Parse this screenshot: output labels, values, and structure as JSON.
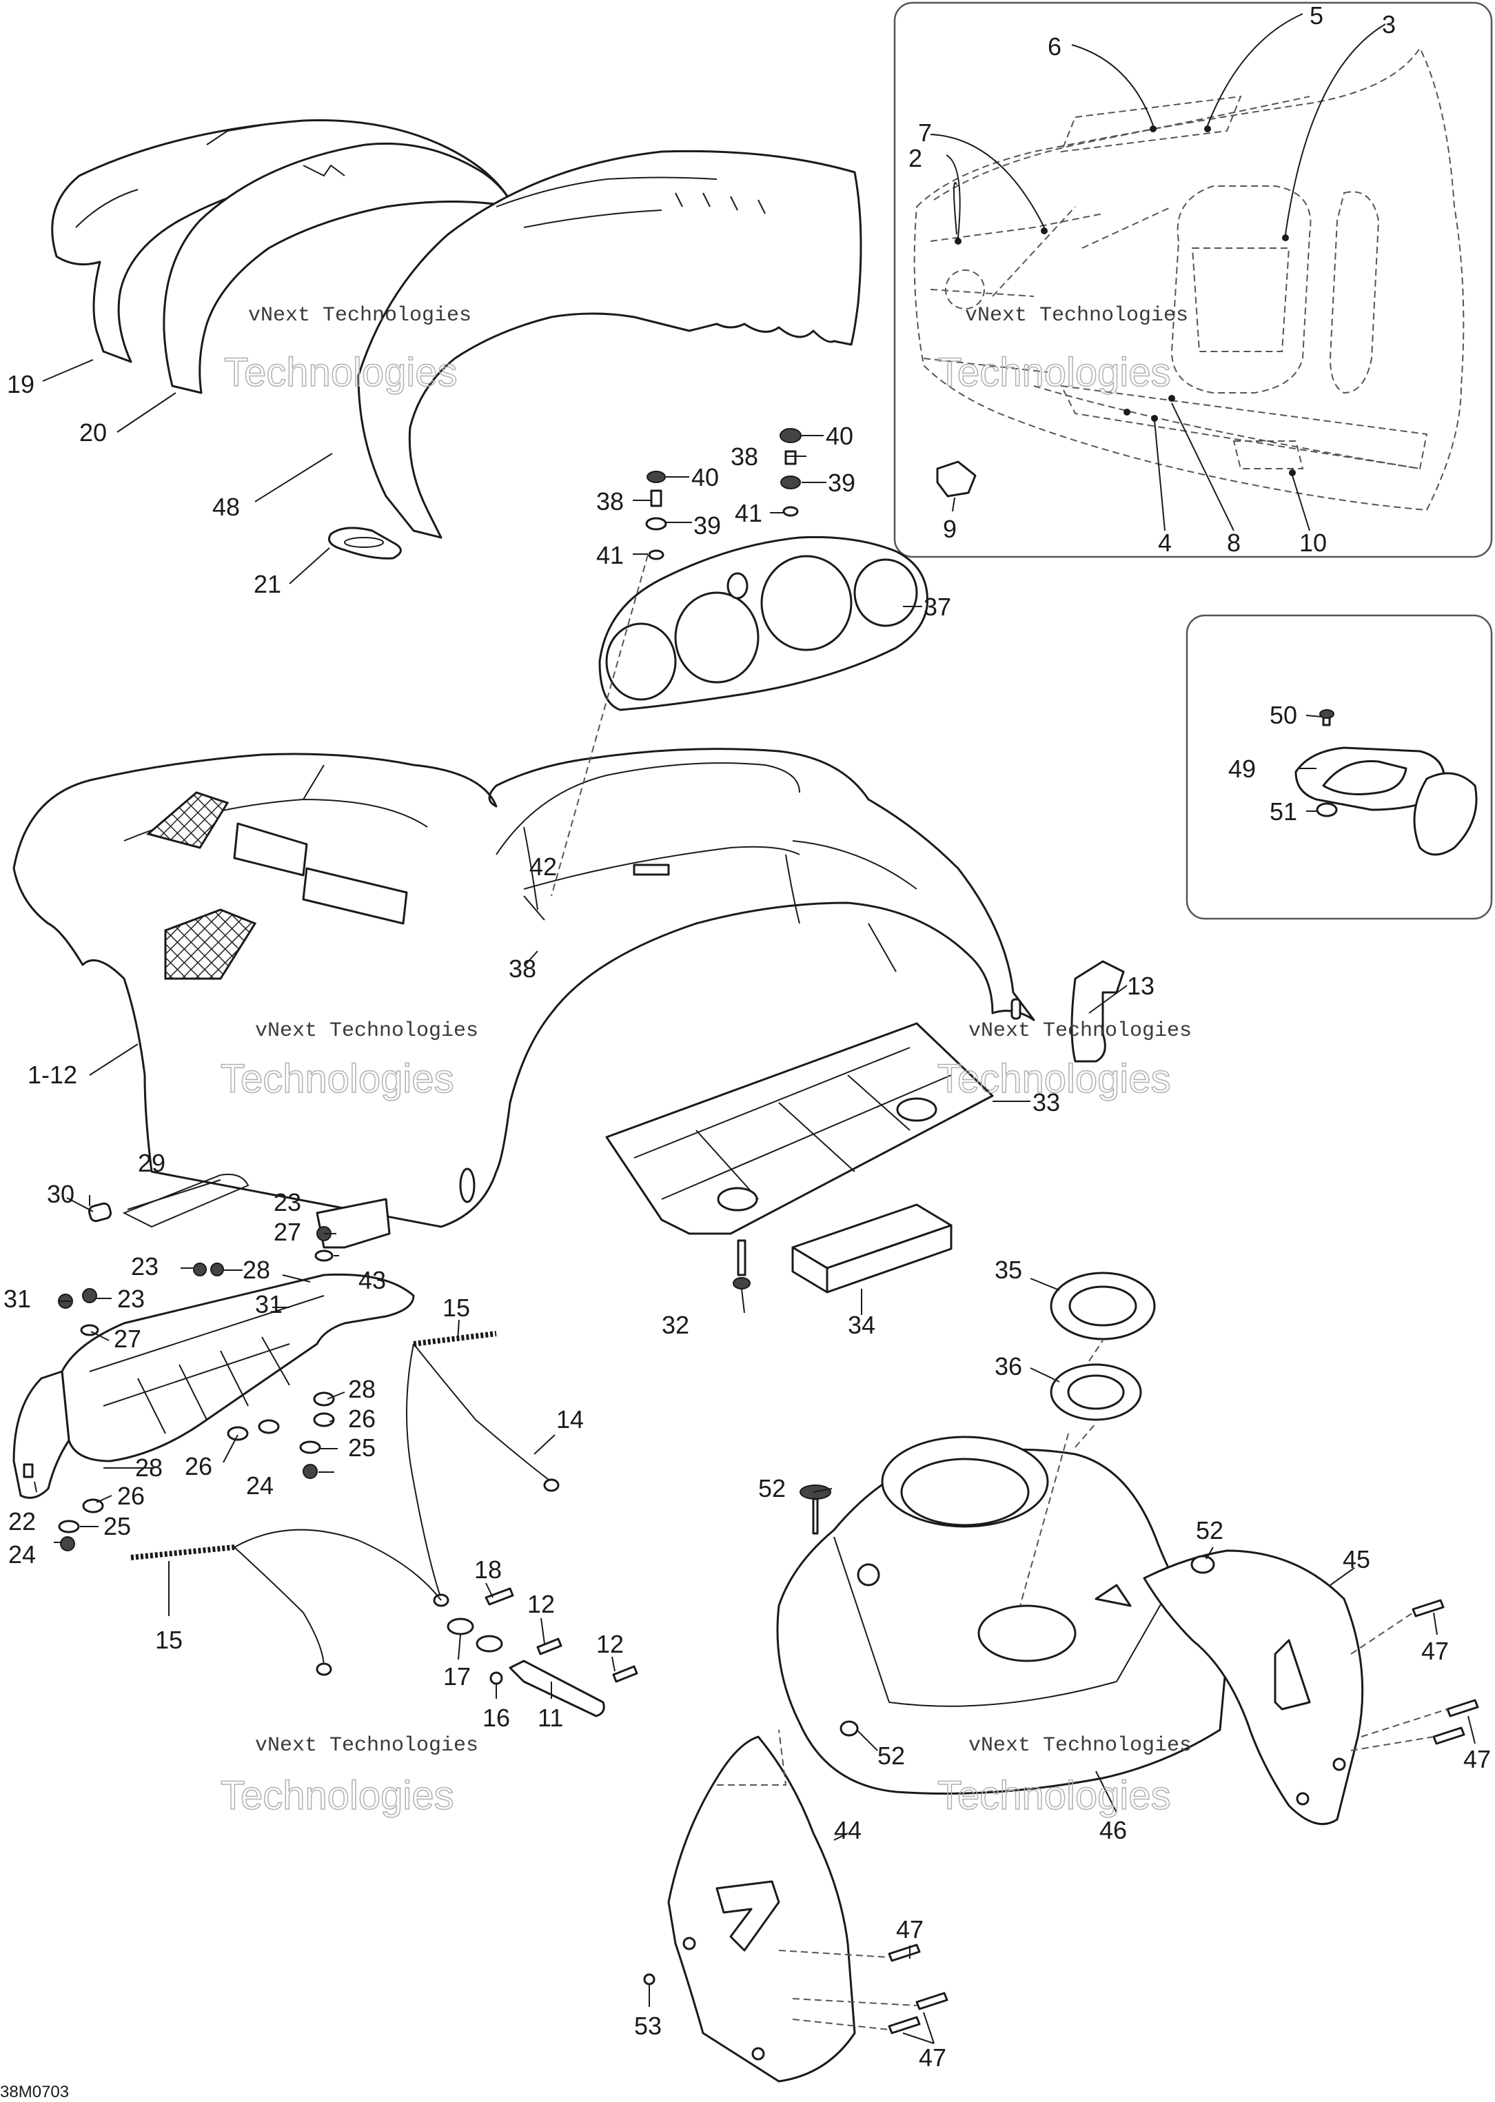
{
  "diagram_code": "38M0703",
  "watermark": {
    "line1": "vNext Technologies",
    "line2": "Technologies"
  },
  "callouts": {
    "c1_12": "1-12",
    "c2": "2",
    "c3": "3",
    "c4": "4",
    "c5": "5",
    "c6": "6",
    "c7": "7",
    "c8": "8",
    "c9": "9",
    "c10": "10",
    "c11": "11",
    "c12a": "12",
    "c12b": "12",
    "c13": "13",
    "c14": "14",
    "c15a": "15",
    "c15b": "15",
    "c16": "16",
    "c17": "17",
    "c18": "18",
    "c19": "19",
    "c20": "20",
    "c21": "21",
    "c22": "22",
    "c23a": "23",
    "c23b": "23",
    "c23c": "23",
    "c24a": "24",
    "c24b": "24",
    "c25a": "25",
    "c25b": "25",
    "c26a": "26",
    "c26b": "26",
    "c26c": "26",
    "c27a": "27",
    "c27b": "27",
    "c28a": "28",
    "c28b": "28",
    "c28c": "28",
    "c29": "29",
    "c30": "30",
    "c31a": "31",
    "c31b": "31",
    "c32": "32",
    "c33": "33",
    "c34": "34",
    "c35": "35",
    "c36": "36",
    "c37": "37",
    "c38a": "38",
    "c38b": "38",
    "c38c": "38",
    "c39a": "39",
    "c39b": "39",
    "c40a": "40",
    "c40b": "40",
    "c41a": "41",
    "c41b": "41",
    "c42": "42",
    "c43": "43",
    "c44": "44",
    "c45": "45",
    "c46": "46",
    "c47a": "47",
    "c47b": "47",
    "c47c": "47",
    "c47d": "47",
    "c48": "48",
    "c49": "49",
    "c50": "50",
    "c51": "51",
    "c52a": "52",
    "c52b": "52",
    "c52c": "52",
    "c53": "53"
  }
}
